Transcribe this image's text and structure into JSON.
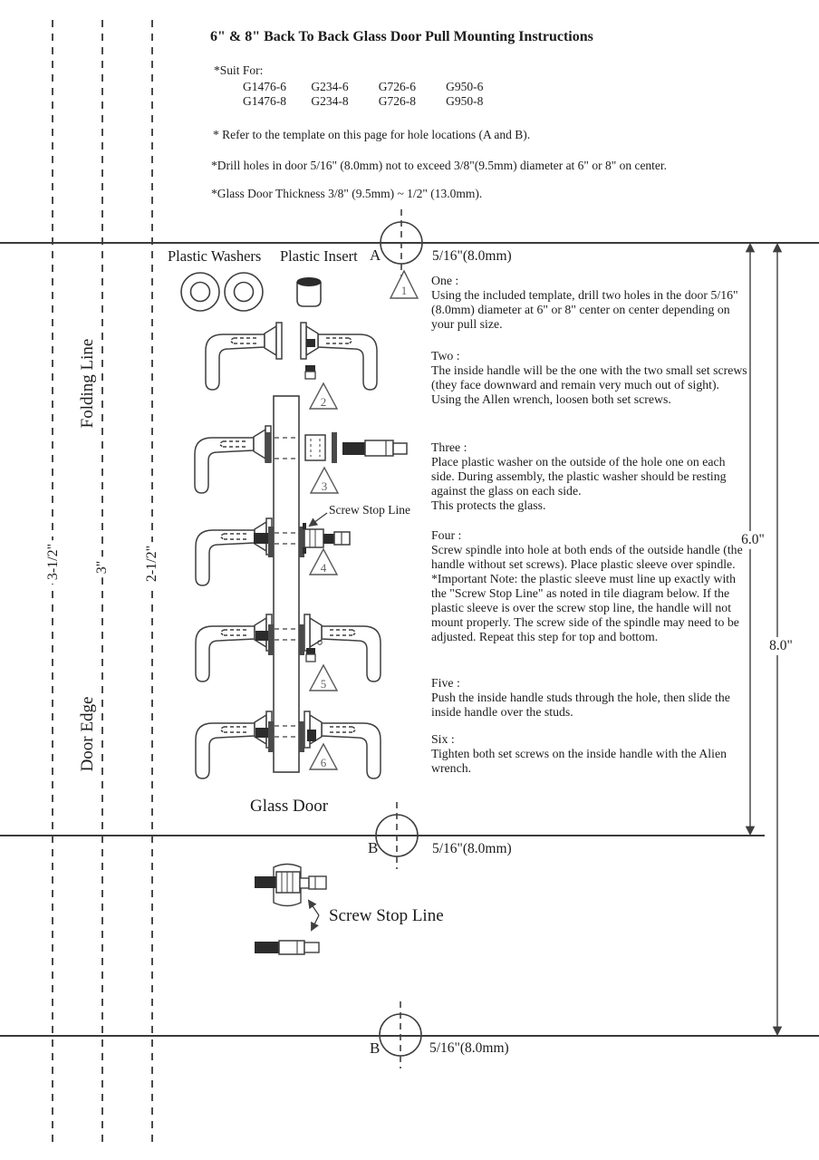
{
  "doc": {
    "title": "6\" & 8\" Back To Back Glass Door Pull Mounting Instructions",
    "suit_for": "*Suit For:",
    "models": [
      [
        "G1476-6",
        "G234-6",
        "G726-6",
        "G950-6"
      ],
      [
        "G1476-8",
        "G234-8",
        "G726-8",
        "G950-8"
      ]
    ],
    "notes": [
      "* Refer to the template on this page for hole locations (A and B).",
      "*Drill holes in door 5/16\" (8.0mm) not to exceed 3/8\"(9.5mm) diameter at 6\" or 8\" on center.",
      "*Glass Door Thickness 3/8\" (9.5mm) ~ 1/2\" (13.0mm)."
    ]
  },
  "template": {
    "folding_line": "Folding Line",
    "door_edge": "Door Edge",
    "glass_door": "Glass Door",
    "plastic_washers": "Plastic Washers",
    "plastic_insert": "Plastic Insert",
    "screw_stop_line": "Screw Stop Line",
    "dim_3_half": "3-1/2\"",
    "dim_3": "3\"",
    "dim_2_half": "2-1/2\"",
    "dim_6": "6.0\"",
    "dim_8": "8.0\"",
    "hole_a": "A",
    "hole_b": "B",
    "hole_size": "5/16\"(8.0mm)"
  },
  "markers": [
    "1",
    "2",
    "3",
    "4",
    "5",
    "6"
  ],
  "steps": [
    {
      "label": "One :",
      "text": "Using the included template, drill two holes in the door 5/16\" (8.0mm) diameter at 6\" or 8\" center on center depending on your pull size."
    },
    {
      "label": "Two :",
      "text": "The inside handle will be the one with the two small set screws (they face downward and remain very much out of sight). Using the Allen wrench, loosen both set screws."
    },
    {
      "label": "Three :",
      "text": "Place plastic washer on the outside of the hole one on each side. During assembly, the plastic washer should be resting against the glass on each side.",
      "text2": "This protects the glass."
    },
    {
      "label": "Four :",
      "text": "Screw spindle into hole at both ends of the outside handle (the handle without set screws). Place plastic sleeve over spindle. *Important Note: the plastic sleeve must line up exactly with the \"Screw Stop Line\" as noted in tile diagram below. If the plastic sleeve is over the screw stop line, the handle will not mount properly. The screw side of the spindle may need to be adjusted. Repeat this step for top and bottom."
    },
    {
      "label": "Five :",
      "text": "Push the inside handle studs through the hole, then slide the inside handle over the studs."
    },
    {
      "label": "Six :",
      "text": "Tighten both set screws on the inside handle with the Alien wrench."
    }
  ]
}
